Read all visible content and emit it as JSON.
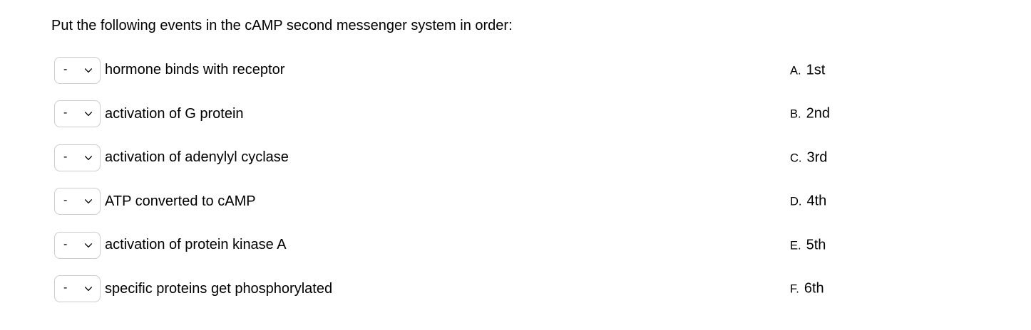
{
  "title": "Put the following events in the cAMP second messenger system in order:",
  "colors": {
    "text": "#000000",
    "select_border": "#cccccc",
    "background": "#ffffff"
  },
  "rows": [
    {
      "value": "-",
      "label": "hormone binds with receptor",
      "option_letter": "A.",
      "option_text": "1st"
    },
    {
      "value": "-",
      "label": "activation of G protein",
      "option_letter": "B.",
      "option_text": "2nd"
    },
    {
      "value": "-",
      "label": "activation of adenylyl cyclase",
      "option_letter": "C.",
      "option_text": "3rd"
    },
    {
      "value": "-",
      "label": "ATP converted to cAMP",
      "option_letter": "D.",
      "option_text": "4th"
    },
    {
      "value": "-",
      "label": "activation of protein kinase A",
      "option_letter": "E.",
      "option_text": "5th"
    },
    {
      "value": "-",
      "label": "specific proteins get phosphorylated",
      "option_letter": "F.",
      "option_text": "6th"
    }
  ]
}
